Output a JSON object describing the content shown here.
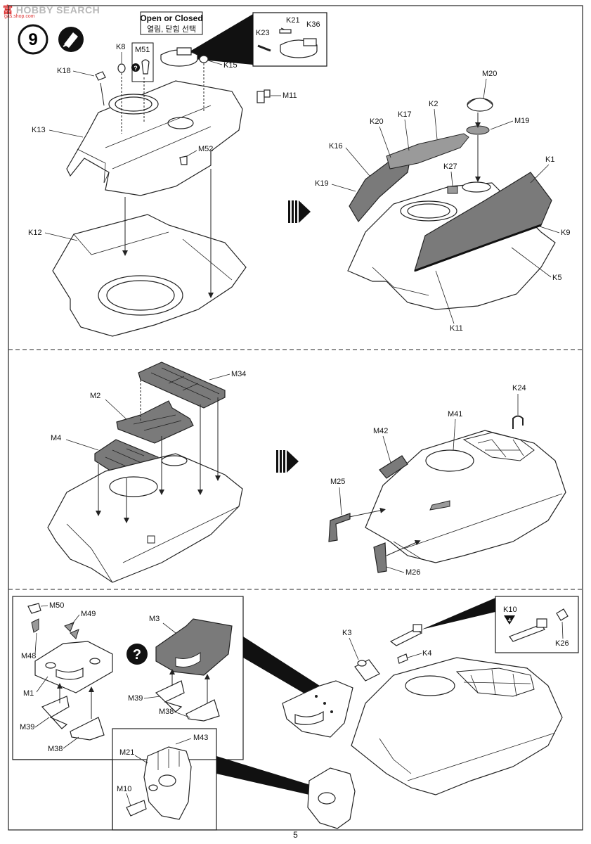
{
  "watermark": {
    "cn": "富",
    "text": "HOBBY SEARCH",
    "sub": "gas.shop.com"
  },
  "step": {
    "number": "9"
  },
  "callout": {
    "title_en": "Open or Closed",
    "title_kr": "열림, 닫힘 선택"
  },
  "page_number": "5",
  "labels": {
    "k8": "K8",
    "m51": "M51",
    "k18": "K18",
    "k13": "K13",
    "k15": "K15",
    "m11": "M11",
    "m52": "M52",
    "k12": "K12",
    "k21": "K21",
    "k23": "K23",
    "k36": "K36",
    "m20": "M20",
    "m19": "M19",
    "k2": "K2",
    "k17": "K17",
    "k20": "K20",
    "k16": "K16",
    "k19": "K19",
    "k27": "K27",
    "k1": "K1",
    "k9": "K9",
    "k5": "K5",
    "k11": "K11",
    "m34": "M34",
    "m2": "M2",
    "m4": "M4",
    "k24": "K24",
    "m41": "M41",
    "m42": "M42",
    "m25": "M25",
    "m26": "M26",
    "m50": "M50",
    "m49": "M49",
    "m48": "M48",
    "m1": "M1",
    "m39a": "M39",
    "m38a": "M38",
    "m3": "M3",
    "m39b": "M39",
    "m38b": "M38",
    "m43": "M43",
    "m21": "M21",
    "m10": "M10",
    "k3": "K3",
    "k4": "K4",
    "k10": "K10",
    "k10n": "4",
    "k26": "K26"
  }
}
